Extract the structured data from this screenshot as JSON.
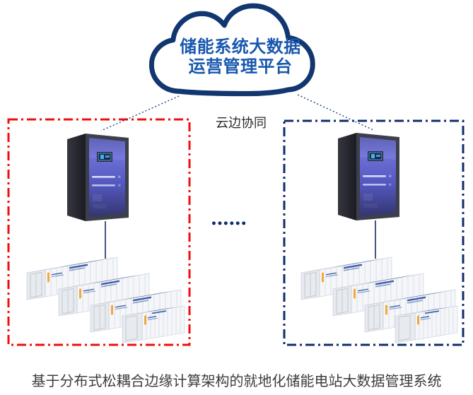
{
  "diagram": {
    "cloud": {
      "title_line1": "储能系统大数据",
      "title_line2": "运营管理平台"
    },
    "link_label": "云边协同",
    "ellipsis": "●●●●●●",
    "caption": "基于分布式松耦合边缘计算架构的就地化储能电站大数据管理系统",
    "stations": [
      {
        "boundary_style": "red-dash-dot",
        "boundary_color": "#F20D0D",
        "server_count": 1,
        "container_count": 4
      },
      {
        "boundary_style": "navy-dash-dot",
        "boundary_color": "#102D6B",
        "server_count": 1,
        "container_count": 4
      }
    ],
    "colors": {
      "cloud_outline": "#12366F",
      "cloud_text": "#1857AE",
      "red_boundary": "#F20D0D",
      "navy": "#102D6B",
      "server_door_blue": "#5357BD",
      "container_logo_blue": "#1D3E8C",
      "container_accent_orange": "#F2A93B"
    }
  }
}
